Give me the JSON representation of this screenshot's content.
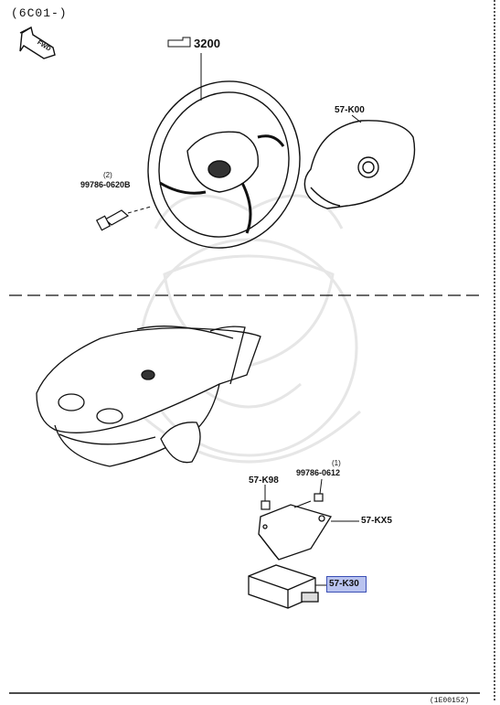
{
  "section_code": "(6C01-)",
  "fwd_label": "FWD",
  "labels": {
    "steering_wheel": "3200",
    "airbag_module": "57-K00",
    "bolt_qty": "(2)",
    "bolt_part": "99786-0620B",
    "nut_part_qty": "(1)",
    "nut_part": "99786-0612",
    "nut": "57-K98",
    "bracket": "57-KX5",
    "control_unit": "57-K30"
  },
  "highlight_color": "#b9c3ef",
  "bottom_code": "(1E00152)"
}
